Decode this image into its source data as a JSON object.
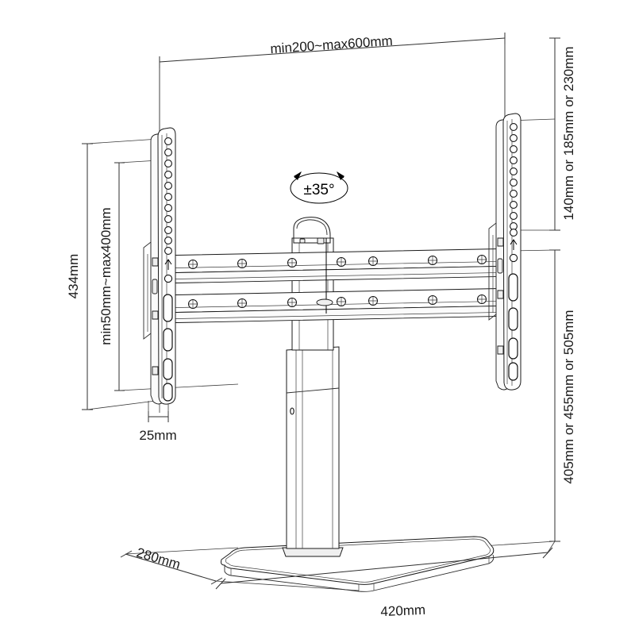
{
  "drawing": {
    "title": "TV Stand Dimensional Drawing",
    "type": "technical-dimension-drawing",
    "units": "mm",
    "dimensions": {
      "top_width": {
        "label": "min200~max600mm",
        "name": "horizontal-bracket-span",
        "position": "top"
      },
      "left_outer_height": {
        "label": "434mm",
        "name": "bracket-overall-height",
        "position": "left-outer"
      },
      "left_inner_height": {
        "label": "min50mm~max400mm",
        "name": "vertical-mount-range",
        "position": "left-inner"
      },
      "bracket_depth": {
        "label": "25mm",
        "name": "bracket-thickness",
        "position": "bottom-left"
      },
      "right_upper_height": {
        "label": "140mm or 185mm or 230mm",
        "name": "upper-clearance-options",
        "position": "right-upper"
      },
      "right_lower_height": {
        "label": "405mm or 455mm or 505mm",
        "name": "total-height-options",
        "position": "right-lower"
      },
      "base_depth": {
        "label": "280mm",
        "name": "base-depth",
        "position": "bottom-left-diagonal"
      },
      "base_width": {
        "label": "420mm",
        "name": "base-width",
        "position": "bottom-center"
      }
    },
    "swivel": {
      "label": "±35°",
      "name": "swivel-angle-indicator"
    },
    "colors": {
      "line": "#1a1a1a",
      "dimension": "#2f2f2f",
      "fill": "#ffffff",
      "shade": "#efefef",
      "background": "#ffffff"
    }
  }
}
